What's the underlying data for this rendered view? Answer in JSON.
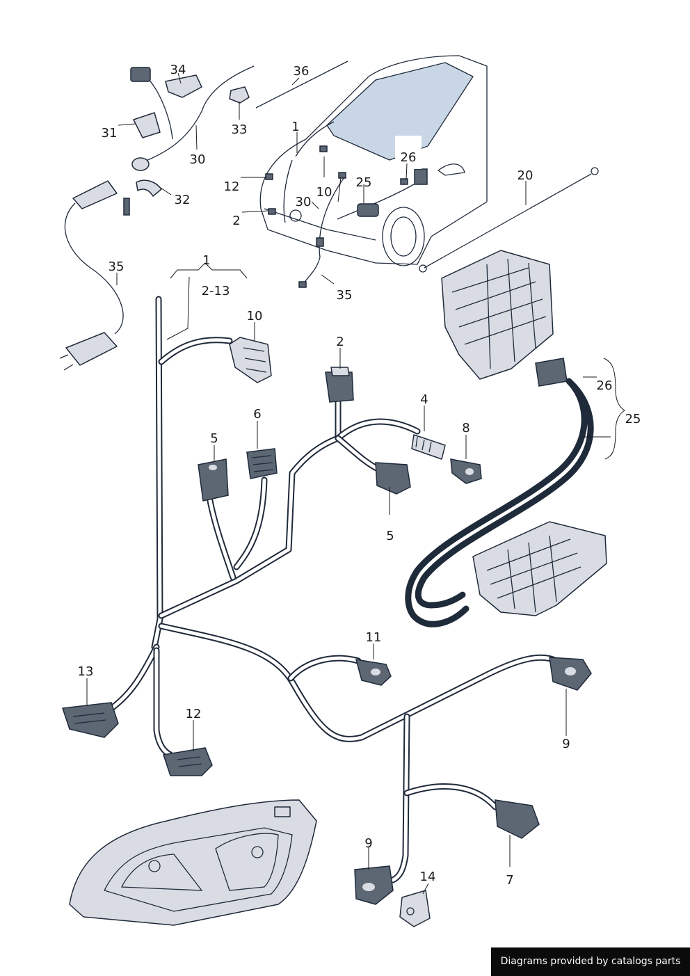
{
  "callouts": {
    "c1_top": "1",
    "c2_top": "2",
    "c10_top": "10",
    "c12_top": "12",
    "c20": "20",
    "c25_top": "25",
    "c26_top": "26",
    "c30_top": "30",
    "c30_left": "30",
    "c31": "31",
    "c32": "32",
    "c33": "33",
    "c34": "34",
    "c35_left": "35",
    "c35_mid": "35",
    "c36": "36",
    "c1_harness": "1",
    "c2_13": "2-13",
    "c10": "10",
    "c2": "2",
    "c4": "4",
    "c5_left": "5",
    "c6": "6",
    "c8": "8",
    "c5_right": "5",
    "c26": "26",
    "c25": "25",
    "c11": "11",
    "c13": "13",
    "c12": "12",
    "c9_right": "9",
    "c9_bottom": "9",
    "c7": "7",
    "c14": "14"
  },
  "footer": {
    "credit": "Diagrams provided by catalogs parts"
  },
  "colors": {
    "line": "#1f2a3a",
    "part_fill": "#d9dde3",
    "car_glass": "#c9d6e6",
    "credit_bg": "#0b0b0b"
  }
}
